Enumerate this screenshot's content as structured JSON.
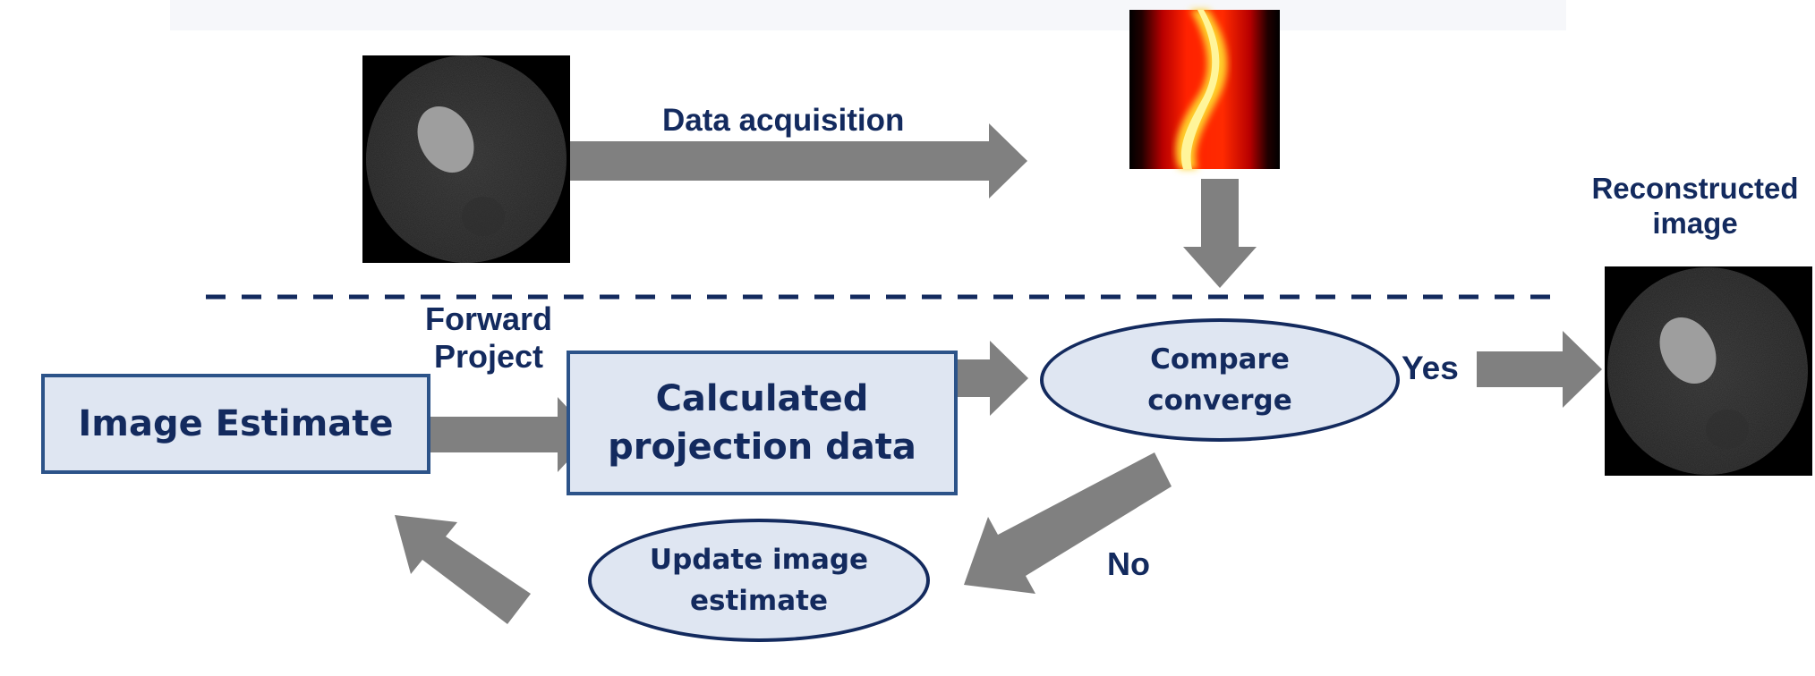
{
  "labels": {
    "data_acquisition": "Data acquisition",
    "reconstructed_image": "Reconstructed\nimage",
    "forward_project": "Forward\nProject",
    "yes": "Yes",
    "no": "No"
  },
  "boxes": {
    "image_estimate": "Image Estimate",
    "calculated_projection": "Calculated\nprojection data"
  },
  "ellipses": {
    "compare_converge": "Compare\nconverge",
    "update_image_estimate": "Update image\nestimate"
  },
  "colors": {
    "text_navy": "#132a5e",
    "box_fill": "#dfe6f2",
    "box_border": "#2c5389",
    "arrow_gray": "#808080",
    "dashed_line": "#132a5e",
    "sinogram_hot": "#ff2a00",
    "sinogram_core": "#fff27a"
  },
  "icons": {
    "phantom_image": "ct-phantom-image",
    "sinogram_image": "sinogram-image",
    "reconstructed_image": "ct-reconstruction-image"
  }
}
